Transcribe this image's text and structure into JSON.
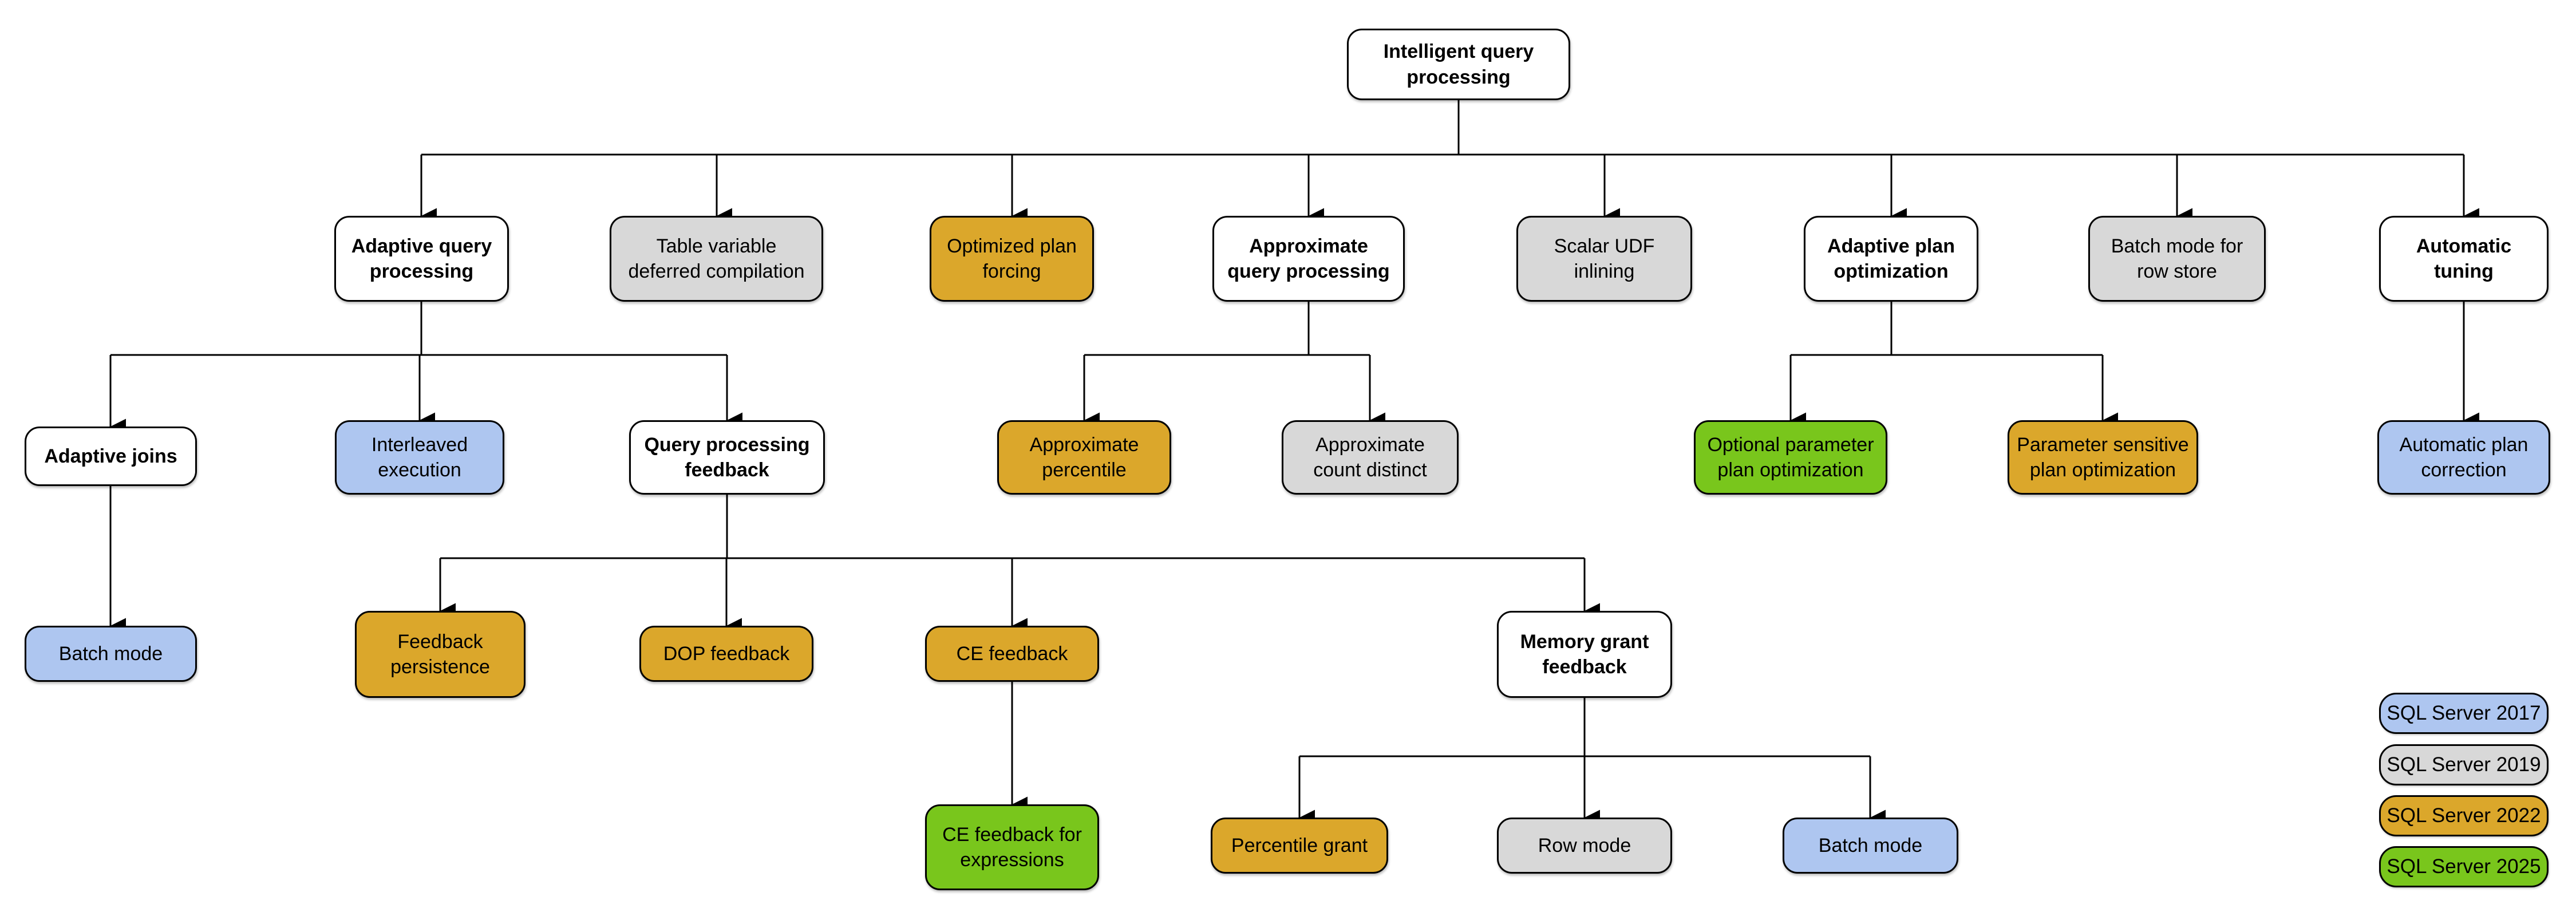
{
  "colors": {
    "sql_server_2017": "#AEC6F0",
    "sql_server_2019": "#D8D8D8",
    "sql_server_2022": "#DBA72B",
    "sql_server_2025": "#79C61C",
    "category_white": "#FFFFFF",
    "border": "#000000",
    "connector": "#000000",
    "background": "#FFFFFF"
  },
  "nodes": {
    "intelligent_query_processing": {
      "label": "Intelligent query\nprocessing",
      "version": null
    },
    "adaptive_query_processing": {
      "label": "Adaptive query\nprocessing",
      "version": null
    },
    "table_variable_deferred_compilation": {
      "label": "Table variable\ndeferred compilation",
      "version": "SQL Server 2019"
    },
    "optimized_plan_forcing": {
      "label": "Optimized plan\nforcing",
      "version": "SQL Server 2022"
    },
    "approximate_query_processing": {
      "label": "Approximate\nquery processing",
      "version": null
    },
    "scalar_udf_inlining": {
      "label": "Scalar UDF\ninlining",
      "version": "SQL Server 2019"
    },
    "adaptive_plan_optimization": {
      "label": "Adaptive plan\noptimization",
      "version": null
    },
    "batch_mode_for_row_store": {
      "label": "Batch mode for\nrow store",
      "version": "SQL Server 2019"
    },
    "automatic_tuning": {
      "label": "Automatic\ntuning",
      "version": null
    },
    "adaptive_joins": {
      "label": "Adaptive joins",
      "version": null
    },
    "interleaved_execution": {
      "label": "Interleaved\nexecution",
      "version": "SQL Server 2017"
    },
    "query_processing_feedback": {
      "label": "Query processing\nfeedback",
      "version": null
    },
    "approximate_percentile": {
      "label": "Approximate\npercentile",
      "version": "SQL Server 2022"
    },
    "approximate_count_distinct": {
      "label": "Approximate\ncount distinct",
      "version": "SQL Server 2019"
    },
    "optional_parameter_plan_optimization": {
      "label": "Optional parameter\nplan optimization",
      "version": "SQL Server 2025"
    },
    "parameter_sensitive_plan_optimization": {
      "label": "Parameter sensitive\nplan optimization",
      "version": "SQL Server 2022"
    },
    "automatic_plan_correction": {
      "label": "Automatic plan\ncorrection",
      "version": "SQL Server 2017"
    },
    "batch_mode_adaptive_joins": {
      "label": "Batch mode",
      "version": "SQL Server 2017"
    },
    "feedback_persistence": {
      "label": "Feedback\npersistence",
      "version": "SQL Server 2022"
    },
    "dop_feedback": {
      "label": "DOP feedback",
      "version": "SQL Server 2022"
    },
    "ce_feedback": {
      "label": "CE feedback",
      "version": "SQL Server 2022"
    },
    "memory_grant_feedback": {
      "label": "Memory grant\nfeedback",
      "version": null
    },
    "ce_feedback_for_expressions": {
      "label": "CE feedback for\nexpressions",
      "version": "SQL Server 2025"
    },
    "percentile_grant": {
      "label": "Percentile grant",
      "version": "SQL Server 2022"
    },
    "row_mode": {
      "label": "Row mode",
      "version": "SQL Server 2019"
    },
    "batch_mode_memory_grant": {
      "label": "Batch mode",
      "version": "SQL Server 2017"
    }
  },
  "legend": {
    "items": [
      {
        "label": "SQL Server 2017",
        "color_key": "sql_server_2017"
      },
      {
        "label": "SQL Server 2019",
        "color_key": "sql_server_2019"
      },
      {
        "label": "SQL Server 2022",
        "color_key": "sql_server_2022"
      },
      {
        "label": "SQL Server 2025",
        "color_key": "sql_server_2025"
      }
    ]
  }
}
